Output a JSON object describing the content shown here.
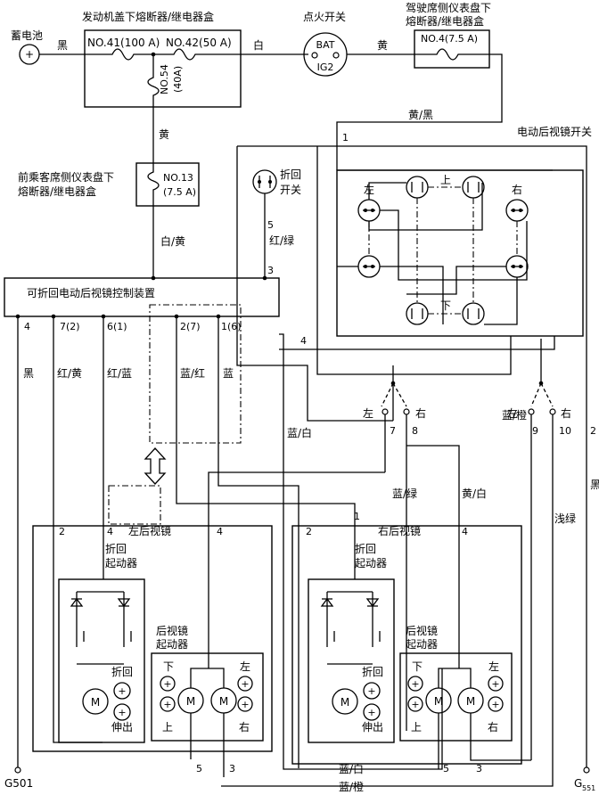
{
  "battery": "蓄电池",
  "engine_fuse_box": "发动机盖下熔断器/继电器盒",
  "fuse_41": "NO.41(100 A)",
  "fuse_42": "NO.42(50 A)",
  "fuse_54_a": "NO.54",
  "fuse_54_b": "(40A)",
  "ignition_switch": "点火开关",
  "bat": "BAT",
  "ig2": "IG2",
  "driver_box_1": "驾驶席侧仪表盘下",
  "driver_box_2": "熔断器/继电器盒",
  "fuse_4": "NO.4(7.5 A)",
  "passenger_box_1": "前乘客席侧仪表盘下",
  "passenger_box_2": "熔断器/继电器盒",
  "fuse_13_a": "NO.13",
  "fuse_13_b": "(7.5 A)",
  "control_unit": "可折回电动后视镜控制装置",
  "mirror_switch": "电动后视镜开关",
  "fold_switch_1": "折回",
  "fold_switch_2": "开关",
  "up": "上",
  "down": "下",
  "left": "左",
  "right": "右",
  "left_mirror": "左后视镜",
  "right_mirror": "右后视镜",
  "fold_actuator_1": "折回",
  "fold_actuator_2": "起动器",
  "mirror_actuator_1": "后视镜",
  "mirror_actuator_2": "起动器",
  "fold": "折回",
  "extend": "伸出",
  "motor": "M",
  "g501": "G501",
  "g551": "G",
  "g551_sub": "551",
  "wires": {
    "black": "黑",
    "white": "白",
    "yellow": "黄",
    "yellow_black": "黄/黑",
    "white_yellow": "白/黄",
    "red_green": "红/绿",
    "red_yellow": "红/黄",
    "red_blue": "红/蓝",
    "blue_red": "蓝/红",
    "blue": "蓝",
    "blue_white": "蓝/白",
    "blue_green": "蓝/绿",
    "yellow_white": "黄/白",
    "blue_orange": "蓝/橙",
    "light_green": "浅绿"
  },
  "pins": {
    "p1": "1",
    "p2": "2",
    "p3": "3",
    "p4": "4",
    "p5": "5",
    "p7": "7",
    "p8": "8",
    "p9": "9",
    "p10": "10",
    "p7_2": "7(2)",
    "p6_1": "6(1)",
    "p2_7": "2(7)",
    "p1_6": "1(6)"
  }
}
